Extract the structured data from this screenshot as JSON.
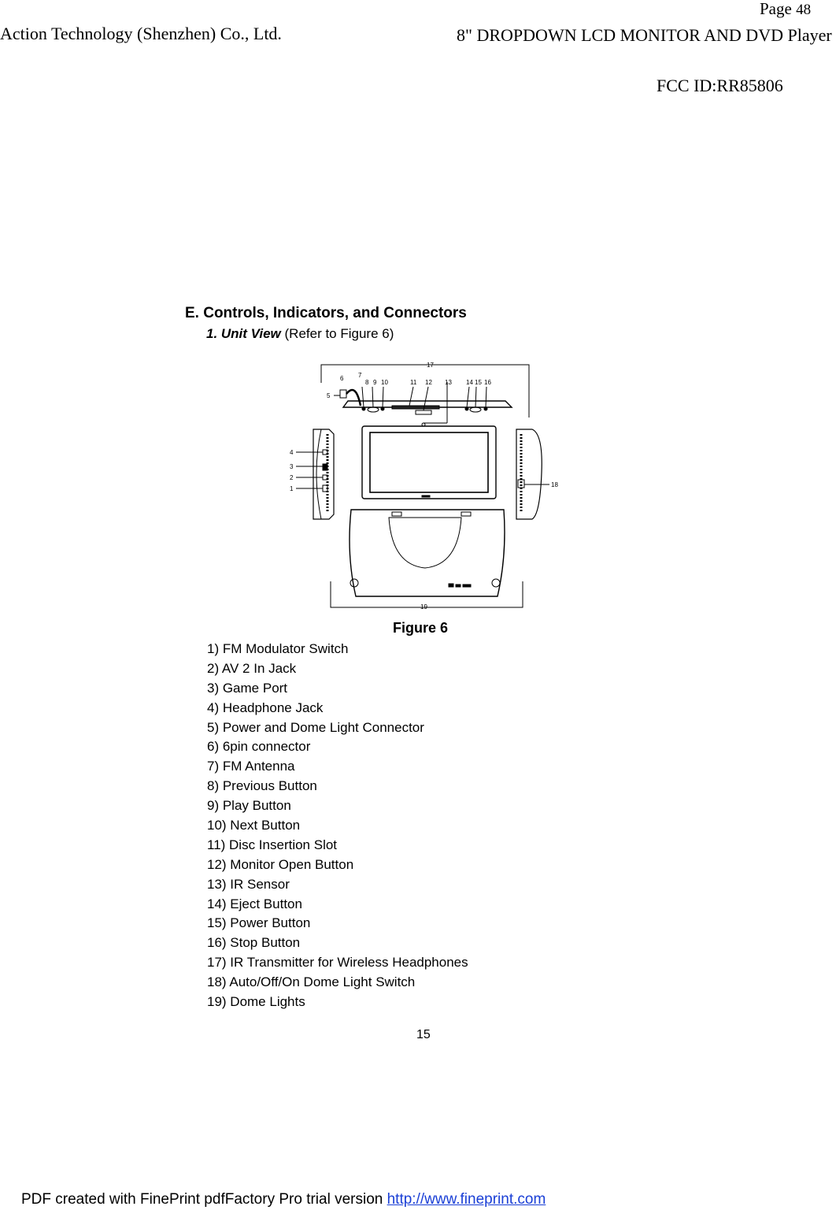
{
  "header": {
    "page_label": "Page",
    "page_number": "48",
    "company": "Action Technology (Shenzhen) Co., Ltd.",
    "product": "8\" DROPDOWN LCD MONITOR AND DVD Player",
    "fcc_id": "FCC ID:RR85806"
  },
  "section": {
    "title": "E. Controls, Indicators, and Connectors",
    "subsection_em": "1. Unit View",
    "subsection_rest": " (Refer to Figure 6)"
  },
  "figure": {
    "caption": "Figure 6",
    "callouts": {
      "c1": "1",
      "c2": "2",
      "c3": "3",
      "c4": "4",
      "c5": "5",
      "c6": "6",
      "c7": "7",
      "c8": "8",
      "c9": "9",
      "c10": "10",
      "c11": "11",
      "c12": "12",
      "c13": "13",
      "c14": "14",
      "c15": "15",
      "c16": "16",
      "c17": "17",
      "c18": "18",
      "c19": "19"
    }
  },
  "items": [
    "1) FM Modulator Switch",
    "2) AV 2 In Jack",
    "3) Game Port",
    "4) Headphone  Jack",
    "5) Power and Dome Light Connector",
    "6) 6pin connector",
    "7) FM  Antenna",
    "8) Previous Button",
    "9) Play Button",
    "10) Next Button",
    "11) Disc Insertion Slot",
    "12) Monitor Open Button",
    "13) IR Sensor",
    "14) Eject Button",
    "15) Power Button",
    "16) Stop Button",
    "17) IR Transmitter for Wireless Headphones",
    "18) Auto/Off/On Dome Light Switch",
    "19) Dome Lights"
  ],
  "page_number": "15",
  "footer": {
    "text": "PDF created with FinePrint pdfFactory Pro trial version ",
    "link": "http://www.fineprint.com",
    "link_color": "#1a3fd6"
  }
}
